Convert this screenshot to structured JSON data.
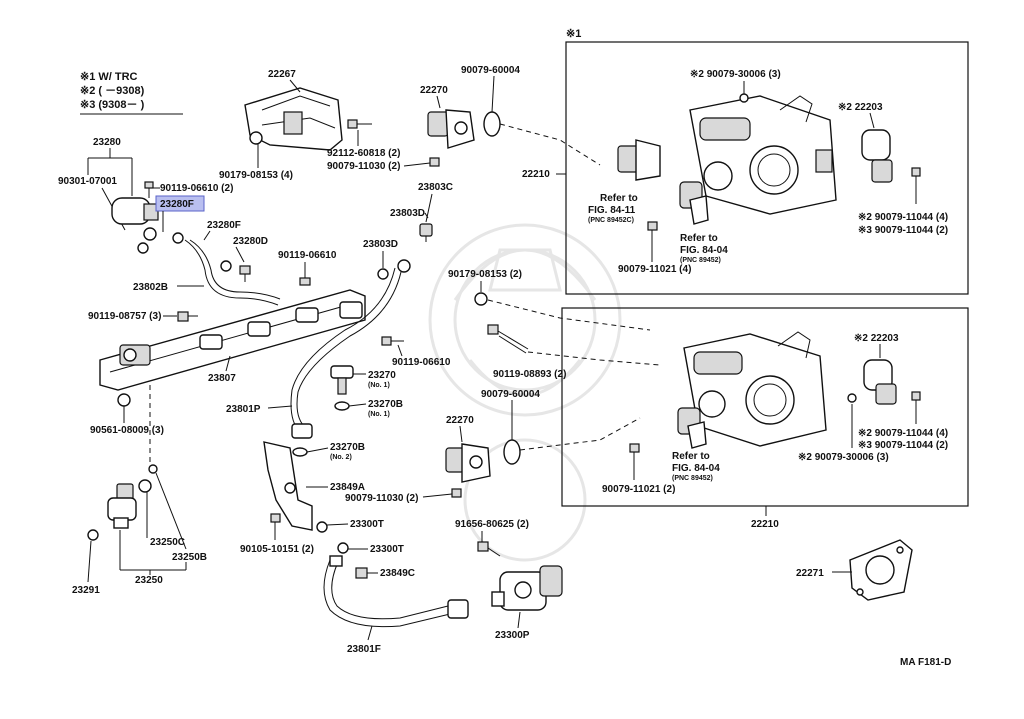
{
  "legend": {
    "line1": "※1 W/ TRC",
    "line2": "※2 (        －9308)",
    "line3": "※3 (9308－        )"
  },
  "labels": {
    "p22267": "22267",
    "p90179_08153_4": "90179-08153 (4)",
    "p23280": "23280",
    "p90301_07001": "90301-07001",
    "p90119_06610_2": "90119-06610 (2)",
    "p23280F_hl": "23280F",
    "p23280F": "23280F",
    "p23280D": "23280D",
    "p23802B": "23802B",
    "p90119_08757_3": "90119-08757 (3)",
    "p23807": "23807",
    "p90561_08009_3": "90561-08009 (3)",
    "p23250C": "23250C",
    "p23250B": "23250B",
    "p23250": "23250",
    "p23291": "23291",
    "p22270_top": "22270",
    "p92112_60818_2": "92112-60818 (2)",
    "p90079_11030_2_top": "90079-11030 (2)",
    "p90079_60004_top": "90079-60004",
    "p23803C": "23803C",
    "p23803D_1": "23803D",
    "p23803D_2": "23803D",
    "p90119_06610_a": "90119-06610",
    "p90119_06610_b": "90119-06610",
    "p23270_no1": "23270",
    "p23270_no1_sub": "(No. 1)",
    "p23270B_no1": "23270B",
    "p23270B_no1_sub": "(No. 1)",
    "p23801P": "23801P",
    "p23270B_no2": "23270B",
    "p23270B_no2_sub": "(No. 2)",
    "p23849A": "23849A",
    "p90079_11030_2_mid": "90079-11030 (2)",
    "p23300T_1": "23300T",
    "p23300T_2": "23300T",
    "p23849C": "23849C",
    "p90105_10151_2": "90105-10151 (2)",
    "p23801F": "23801F",
    "p22270_mid": "22270",
    "p90079_60004_mid": "90079-60004",
    "p91656_80625_2": "91656-80625 (2)",
    "p23300P": "23300P",
    "p90179_08153_2": "90179-08153 (2)",
    "p90119_08893_2": "90119-08893 (2)",
    "p22210_top": "22210",
    "p22210_bottom": "22210",
    "p22271": "22271",
    "box1_star": "※1",
    "b1_90079_30006_3": "※2  90079-30006 (3)",
    "b1_22203": "※2 22203",
    "b1_refer1": "Refer to",
    "b1_fig8411": "FIG. 84-11",
    "b1_pnc1": "(PNC 89452C)",
    "b1_refer2": "Refer to",
    "b1_fig8404": "FIG. 84-04",
    "b1_pnc2": "(PNC 89452)",
    "b1_90079_11021_4": "90079-11021 (4)",
    "b1_90079_11044_4": "※2  90079-11044 (4)",
    "b1_90079_11044_2": "※3  90079-11044 (2)",
    "b2_22203": "※2 22203",
    "b2_90079_11044_4": "※2  90079-11044 (4)",
    "b2_90079_11044_2": "※3  90079-11044 (2)",
    "b2_90079_30006_3": "※2  90079-30006 (3)",
    "b2_refer": "Refer to",
    "b2_fig8404": "FIG. 84-04",
    "b2_pnc": "(PNC 89452)",
    "b2_90079_11021_2": "90079-11021 (2)",
    "figure_code": "MA  F181-D"
  },
  "colors": {
    "highlight_fill": "#b9bff0",
    "highlight_border": "#5a63c8",
    "ink": "#111111",
    "watermark": "#e6e6e6"
  },
  "icons": [
    "fuel-injector-icon",
    "fuel-rail-icon",
    "pressure-regulator-icon",
    "throttle-body-icon",
    "pulsation-damper-icon",
    "fuel-hose-icon",
    "bolt-icon",
    "gasket-icon",
    "bracket-icon",
    "sensor-icon",
    "fuel-pressure-control-vsv-icon"
  ]
}
